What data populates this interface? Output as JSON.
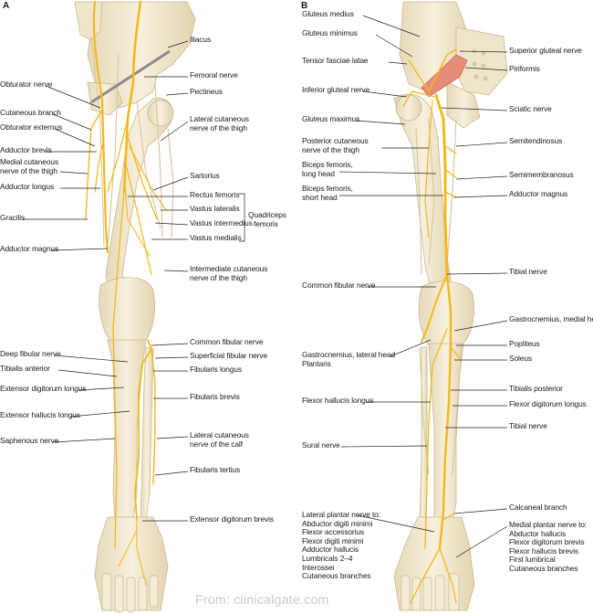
{
  "panels": {
    "a": "A",
    "b": "B"
  },
  "left_labels": {
    "obturator_nerve": "Obturator nerve",
    "cutaneous_branch": "Cutaneous branch",
    "obturator_externus": "Obturator externus",
    "adductor_brevis": "Adductor brevis",
    "medial_cutaneous": [
      "Medial cutaneous",
      "nerve of the thigh"
    ],
    "adductor_longus": "Adductor longus",
    "gracilis": "Gracilis",
    "adductor_magnus": "Adductor magnus",
    "deep_fibular": "Deep fibular nerve",
    "tibialis_anterior": "Tibialis anterior",
    "ext_dig_longus": "Extensor digitorum longus",
    "ext_hal_longus": "Extensor hallucis longus",
    "saphenous": "Saphenous nerve"
  },
  "mid_labels": {
    "iliacus": "Iliacus",
    "femoral_nerve": "Femoral nerve",
    "pectineus": "Pectineus",
    "lateral_cutaneous_thigh": [
      "Lateral cutaneous",
      "nerve of the thigh"
    ],
    "sartorius": "Sartorius",
    "rectus_femoris": "Rectus femoris",
    "vastus_lateralis": "Vastus lateralis",
    "vastus_intermedius": "Vastus intermedius",
    "vastus_medialis": "Vastus medialis",
    "quadriceps": [
      "Quadriceps",
      "femoris"
    ],
    "intermediate_cutaneous": [
      "Intermediate cutaneous",
      "nerve of the thigh"
    ],
    "common_fibular": "Common fibular nerve",
    "superficial_fibular": "Superficial fibular nerve",
    "fibularis_longus": "Fibularis longus",
    "fibularis_brevis": "Fibularis brevis",
    "lateral_cutaneous_calf": [
      "Lateral cutaneous",
      "nerve of the calf"
    ],
    "fibularis_tertius": "Fibularis tertius",
    "ext_dig_brevis": "Extensor digitorum brevis"
  },
  "b_left_labels": {
    "gluteus_medius": "Gluteus medius",
    "gluteus_minimus": "Gluteus minimus",
    "tensor": "Tensor fasciae latae",
    "inferior_gluteal": "Inferior gluteal nerve",
    "gluteus_maximus": "Gluteus maximus",
    "posterior_cutaneous": [
      "Posterior cutaneous",
      "nerve of the thigh"
    ],
    "biceps_long": [
      "Biceps femoris,",
      "long head"
    ],
    "biceps_short": [
      "Biceps femoris,",
      "short head"
    ],
    "common_fibular_b": "Common fibular nerve",
    "gastro_lateral": [
      "Gastrocnemius, lateral head",
      "Plantaris"
    ],
    "fhl": "Flexor hallucis longus",
    "sural": "Sural nerve",
    "lateral_plantar": [
      "Lateral plantar nerve to:",
      "Abductor digiti minimi",
      "Flexor accessorius",
      "Flexor digiti minimi",
      "Adductor hallucis",
      "Lumbricals 2–4",
      "Interossei",
      "Cutaneous branches"
    ]
  },
  "b_right_labels": {
    "superior_gluteal": "Superior gluteal nerve",
    "piriformis": "Piriformis",
    "sciatic": "Sciatic nerve",
    "semitendinosus": "Semitendinosus",
    "semimembranosus": "Semimembranosus",
    "adductor_magnus_b": "Adductor magnus",
    "tibial_nerve": "Tibial nerve",
    "gastro_medial": "Gastrocnemius, medial head",
    "popliteus": "Popliteus",
    "soleus": "Soleus",
    "tibialis_posterior": "Tibialis posterior",
    "fdl": "Flexor digitorum longus",
    "tibial_nerve_2": "Tibial nerve",
    "calcaneal": "Calcaneal branch",
    "medial_plantar": [
      "Medial plantar nerve to:",
      "Abductor hallucis",
      "Flexor digitorum brevis",
      "Flexor hallucis brevis",
      "First lumbrical",
      "Cutaneous branches"
    ]
  },
  "watermark": "From: clinicalgate.com",
  "colors": {
    "nerve": "#f2b91c",
    "bone": "#f3ead2",
    "bone_edge": "#c9b98f",
    "muscle": "#e58d78",
    "leader": "#222222"
  }
}
